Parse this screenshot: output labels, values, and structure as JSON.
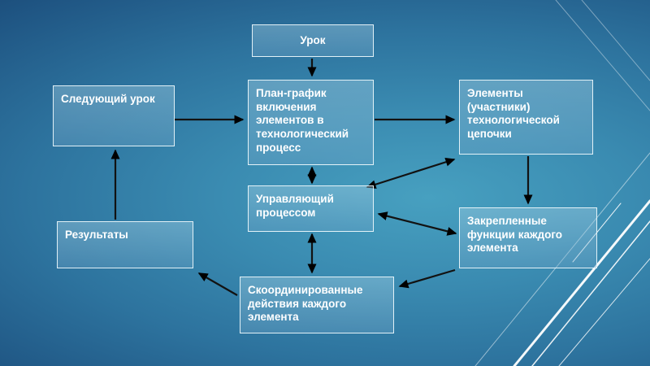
{
  "slide": {
    "type": "flow-diagram",
    "colors": {
      "background_dark": "#113459",
      "background_light": "#47a0c0",
      "box_border": "#eef8fc",
      "box_fill": "rgba(173,214,233,0.38)",
      "text": "#ffffff",
      "arrow": "#121212",
      "decor_line": "#ffffff"
    },
    "nodes": {
      "lesson": {
        "label": "Урок"
      },
      "next_lesson": {
        "label": "Следующий урок"
      },
      "plan": {
        "label": "План-график включения элементов в технологический процесс"
      },
      "elements": {
        "label": "Элементы (участники) технологической цепочки"
      },
      "controller": {
        "label": "Управляющий процессом"
      },
      "functions": {
        "label": "Закрепленные функции каждого элемента"
      },
      "results": {
        "label": "Результаты"
      },
      "actions": {
        "label": "Скоординированные действия каждого элемента"
      }
    },
    "edges": [
      {
        "from": "lesson",
        "to": "plan",
        "direction": "one-way"
      },
      {
        "from": "next_lesson",
        "to": "plan",
        "direction": "one-way"
      },
      {
        "from": "plan",
        "to": "elements",
        "direction": "one-way"
      },
      {
        "from": "plan",
        "to": "controller",
        "direction": "two-way"
      },
      {
        "from": "controller",
        "to": "elements",
        "direction": "two-way"
      },
      {
        "from": "elements",
        "to": "functions",
        "direction": "one-way"
      },
      {
        "from": "functions",
        "to": "controller",
        "direction": "two-way"
      },
      {
        "from": "controller",
        "to": "actions",
        "direction": "two-way"
      },
      {
        "from": "functions",
        "to": "actions",
        "direction": "one-way"
      },
      {
        "from": "actions",
        "to": "results",
        "direction": "one-way"
      },
      {
        "from": "results",
        "to": "next_lesson",
        "direction": "one-way"
      }
    ]
  }
}
